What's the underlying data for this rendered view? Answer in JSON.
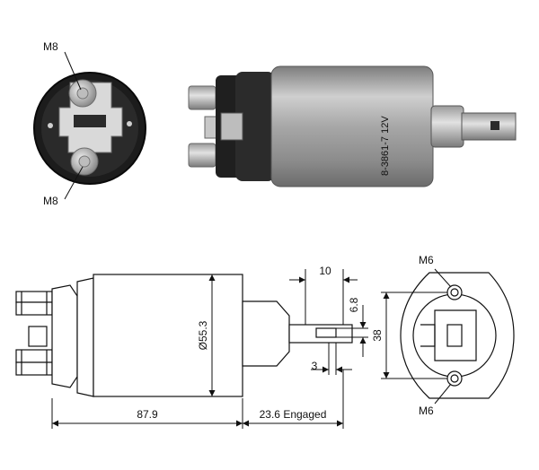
{
  "photo": {
    "terminal_top_label": "M8",
    "terminal_bottom_label": "M8",
    "casing_marking": "8-3861-7 12V"
  },
  "drawing": {
    "length_label": "87.9",
    "engaged_label": "23.6 Engaged",
    "diameter_label": "Ø55.3",
    "tab_width_label": "10",
    "tab_height_label": "6.8",
    "tab_offset_label": "3",
    "hole_spacing_label": "38",
    "mount_top_label": "M6",
    "mount_bottom_label": "M6"
  }
}
